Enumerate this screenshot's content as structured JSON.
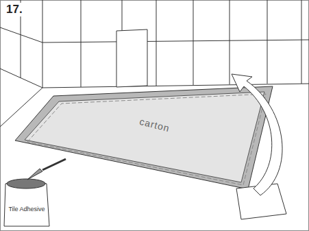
{
  "diagram": {
    "nodes": [
      {
        "text": [
          "carton"
        ]
      },
      {
        "text": [
          "Tile Adhesive"
        ]
      }
    ],
    "labels": [
      "17."
    ]
  }
}
